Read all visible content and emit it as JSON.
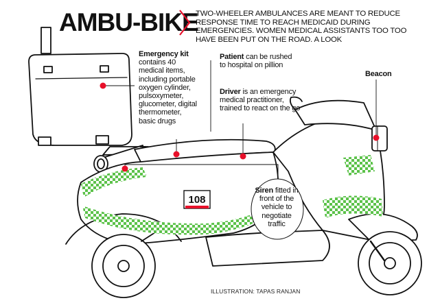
{
  "header": {
    "title": "AMBU-BIKE",
    "intro": "TWO-WHEELER AMBULANCES ARE MEANT TO REDUCE RESPONSE TIME TO REACH MEDICAID DURING EMERGENCIES. WOMEN MEDICAL ASSISTANTS TOO TOO HAVE BEEN PUT ON THE ROAD. A LOOK"
  },
  "callouts": {
    "kit": {
      "label": "Emergency kit",
      "text": "contains 40 medical items, including portable oxygen cylinder, pulsoxymeter, glucometer, digital thermometer, basic drugs"
    },
    "patient": {
      "label": "Patient",
      "text": "can be rushed to hospital on pillion"
    },
    "driver": {
      "label": "Driver",
      "text": "is an emergency medical practitioner, trained to react on the go"
    },
    "beacon": {
      "label": "Beacon"
    },
    "siren": {
      "label": "Siren",
      "text": "fitted in front of the vehicle to negotiate traffic"
    }
  },
  "badge": {
    "text": "108"
  },
  "credit": "ILLUSTRATION: TAPAS RANJAN",
  "colors": {
    "checker": "#5cc24a",
    "marker": "#e8102a",
    "ink": "#111111"
  }
}
